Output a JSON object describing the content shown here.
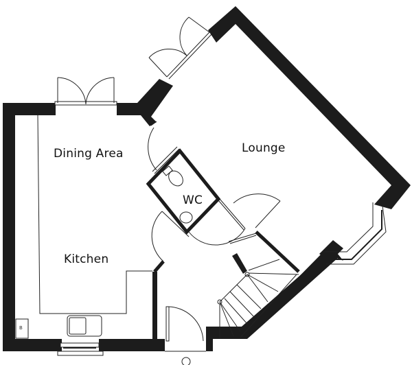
{
  "floorplan": {
    "rooms": [
      {
        "id": "dining",
        "label": "Dining Area"
      },
      {
        "id": "lounge",
        "label": "Lounge"
      },
      {
        "id": "wc",
        "label": "WC"
      },
      {
        "id": "kitchen",
        "label": "Kitchen"
      }
    ],
    "fixtures": {
      "boiler_label": "B"
    },
    "colors": {
      "wall": "#1c1c1c",
      "line": "#222222",
      "background": "#ffffff"
    }
  }
}
